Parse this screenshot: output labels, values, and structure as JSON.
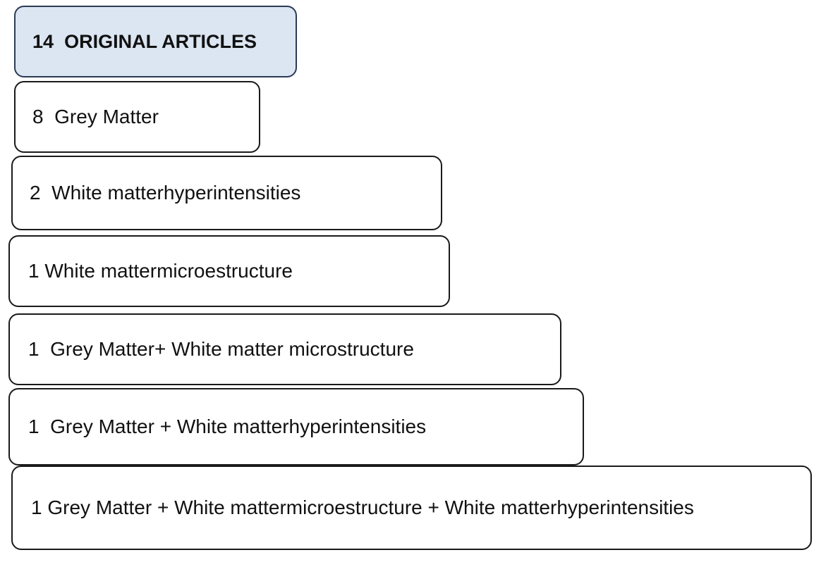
{
  "diagram": {
    "header": {
      "count": "14",
      "label": "ORIGINAL ARTICLES"
    },
    "rows": [
      {
        "count": "8",
        "label": "Grey Matter"
      },
      {
        "count": "2",
        "label": "White matterhyperintensities"
      },
      {
        "count": "1",
        "label": "White mattermicroestructure"
      },
      {
        "count": "1",
        "label": "Grey Matter+ White matter microstructure"
      },
      {
        "count": "1",
        "label": "Grey Matter + White matterhyperintensities"
      },
      {
        "count": "1",
        "label": "Grey Matter + White mattermicroestructure + White matterhyperintensities"
      }
    ],
    "colors": {
      "header_fill": "#dce6f2",
      "header_border": "#2b3a55",
      "box_border": "#1a1a1a",
      "text": "#111111"
    }
  }
}
